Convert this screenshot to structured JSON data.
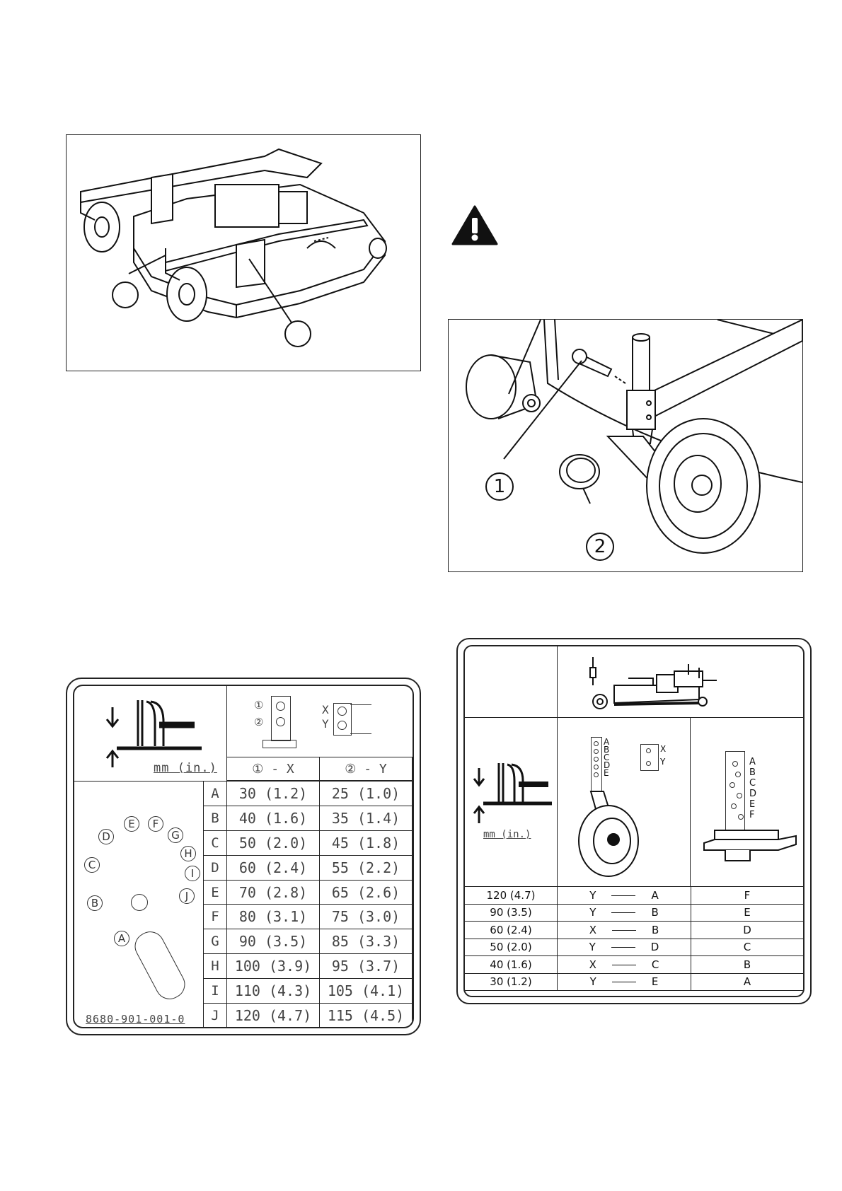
{
  "fig1": {
    "callouts": [
      "",
      ""
    ]
  },
  "warning_icon": "warning-triangle-icon",
  "fig2": {
    "callouts": [
      "1",
      "2"
    ]
  },
  "label1": {
    "unit": "mm (in.)",
    "col_heads": [
      "① - X",
      "② - Y"
    ],
    "pin_marks": [
      "①",
      "②"
    ],
    "xy": [
      "X",
      "Y"
    ],
    "rows": [
      {
        "k": "A",
        "a": "30 (1.2)",
        "b": "25 (1.0)"
      },
      {
        "k": "B",
        "a": "40 (1.6)",
        "b": "35 (1.4)"
      },
      {
        "k": "C",
        "a": "50 (2.0)",
        "b": "45 (1.8)"
      },
      {
        "k": "D",
        "a": "60 (2.4)",
        "b": "55 (2.2)"
      },
      {
        "k": "E",
        "a": "70 (2.8)",
        "b": "65 (2.6)"
      },
      {
        "k": "F",
        "a": "80 (3.1)",
        "b": "75 (3.0)"
      },
      {
        "k": "G",
        "a": "90 (3.5)",
        "b": "85 (3.3)"
      },
      {
        "k": "H",
        "a": "100 (3.9)",
        "b": "95 (3.7)"
      },
      {
        "k": "I",
        "a": "110 (4.3)",
        "b": "105 (4.1)"
      },
      {
        "k": "J",
        "a": "120 (4.7)",
        "b": "115 (4.5)"
      }
    ],
    "dial": [
      "A",
      "B",
      "C",
      "D",
      "E",
      "F",
      "G",
      "H",
      "I",
      "J"
    ],
    "part_no": "8680-901-001-0"
  },
  "label2": {
    "unit": "mm (in.)",
    "caster_letters": [
      "A",
      "B",
      "C",
      "D",
      "E"
    ],
    "xy": [
      "X",
      "Y"
    ],
    "bracket_letters": [
      "A",
      "B",
      "C",
      "D",
      "E",
      "F"
    ],
    "rows": [
      {
        "h": "120 (4.7)",
        "p": "Y",
        "q": "A",
        "r": "F"
      },
      {
        "h": "90 (3.5)",
        "p": "Y",
        "q": "B",
        "r": "E"
      },
      {
        "h": "60 (2.4)",
        "p": "X",
        "q": "B",
        "r": "D"
      },
      {
        "h": "50 (2.0)",
        "p": "Y",
        "q": "D",
        "r": "C"
      },
      {
        "h": "40 (1.6)",
        "p": "X",
        "q": "C",
        "r": "B"
      },
      {
        "h": "30 (1.2)",
        "p": "Y",
        "q": "E",
        "r": "A"
      }
    ]
  }
}
